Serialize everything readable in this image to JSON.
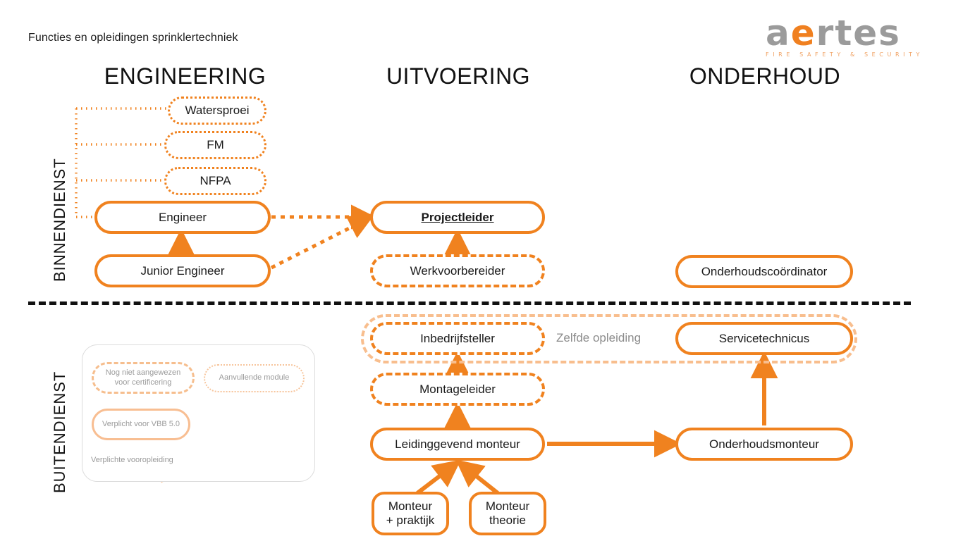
{
  "page": {
    "subtitle": "Functies en opleidingen sprinklertechniek",
    "accent_color": "#F0821F",
    "accent_light_color": "#F8BE8E",
    "logo_gray_color": "#9B9B9B"
  },
  "logo": {
    "name_before": "a",
    "name_highlight": "e",
    "name_after": "rtes",
    "tagline": "FIRE SAFETY & SECURITY"
  },
  "columns": [
    {
      "label": "ENGINEERING"
    },
    {
      "label": "UITVOERING"
    },
    {
      "label": "ONDERHOUD"
    }
  ],
  "side_labels": [
    {
      "label": "BINNENDIENST"
    },
    {
      "label": "BUITENDIENST"
    }
  ],
  "nodes": {
    "watersproei": "Watersproei",
    "fm": "FM",
    "nfpa": "NFPA",
    "engineer": "Engineer",
    "junior_engineer": "Junior Engineer",
    "projectleider": "Projectleider",
    "werkvoorbereider": "Werkvoorbereider",
    "onderhoudscoordinator": "Onderhoudscoördinator",
    "inbedrijfsteller": "Inbedrijfsteller",
    "servicetechnicus": "Servicetechnicus",
    "montageleider": "Montageleider",
    "leidinggevend_monteur": "Leidinggevend monteur",
    "onderhoudsmonteur": "Onderhoudsmonteur",
    "monteur_praktijk": "Monteur\n+ praktijk",
    "monteur_praktijk_line1": "Monteur",
    "monteur_praktijk_line2": "+ praktijk",
    "monteur_theorie_line1": "Monteur",
    "monteur_theorie_line2": "theorie"
  },
  "annotations": {
    "zelfde_opleiding": "Zelfde opleiding"
  },
  "legend": {
    "items": [
      {
        "id": "not-certified",
        "line1": "Nog niet aangewezen",
        "line2": "voor certificering"
      },
      {
        "id": "extra-module",
        "line1": "Aanvullende module",
        "line2": ""
      },
      {
        "id": "required-vbb",
        "line1": "Verplicht voor VBB 5.0",
        "line2": ""
      },
      {
        "id": "required-pretraining",
        "line1": "Verplichte vooropleiding",
        "line2": ""
      }
    ]
  }
}
